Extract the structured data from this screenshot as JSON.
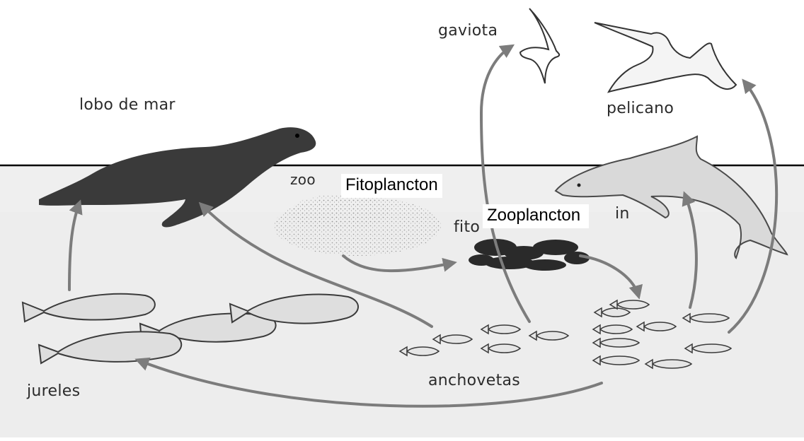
{
  "labels": {
    "gaviota": "gaviota",
    "pelicano": "pelicano",
    "lobo_de_mar": "lobo de mar",
    "zoo_partial": "zoo",
    "fito_partial": "fito",
    "delfin_partial": "in",
    "anchovetas": "anchovetas",
    "jureles": "jureles"
  },
  "overlays": {
    "fitoplancton": "Fitoplancton",
    "zooplancton": "Zooplancton"
  },
  "colors": {
    "arrow": "#7c7c7c",
    "water": "#eeeeee",
    "waterline": "#000000",
    "animal_dark": "#3a3a3a"
  }
}
